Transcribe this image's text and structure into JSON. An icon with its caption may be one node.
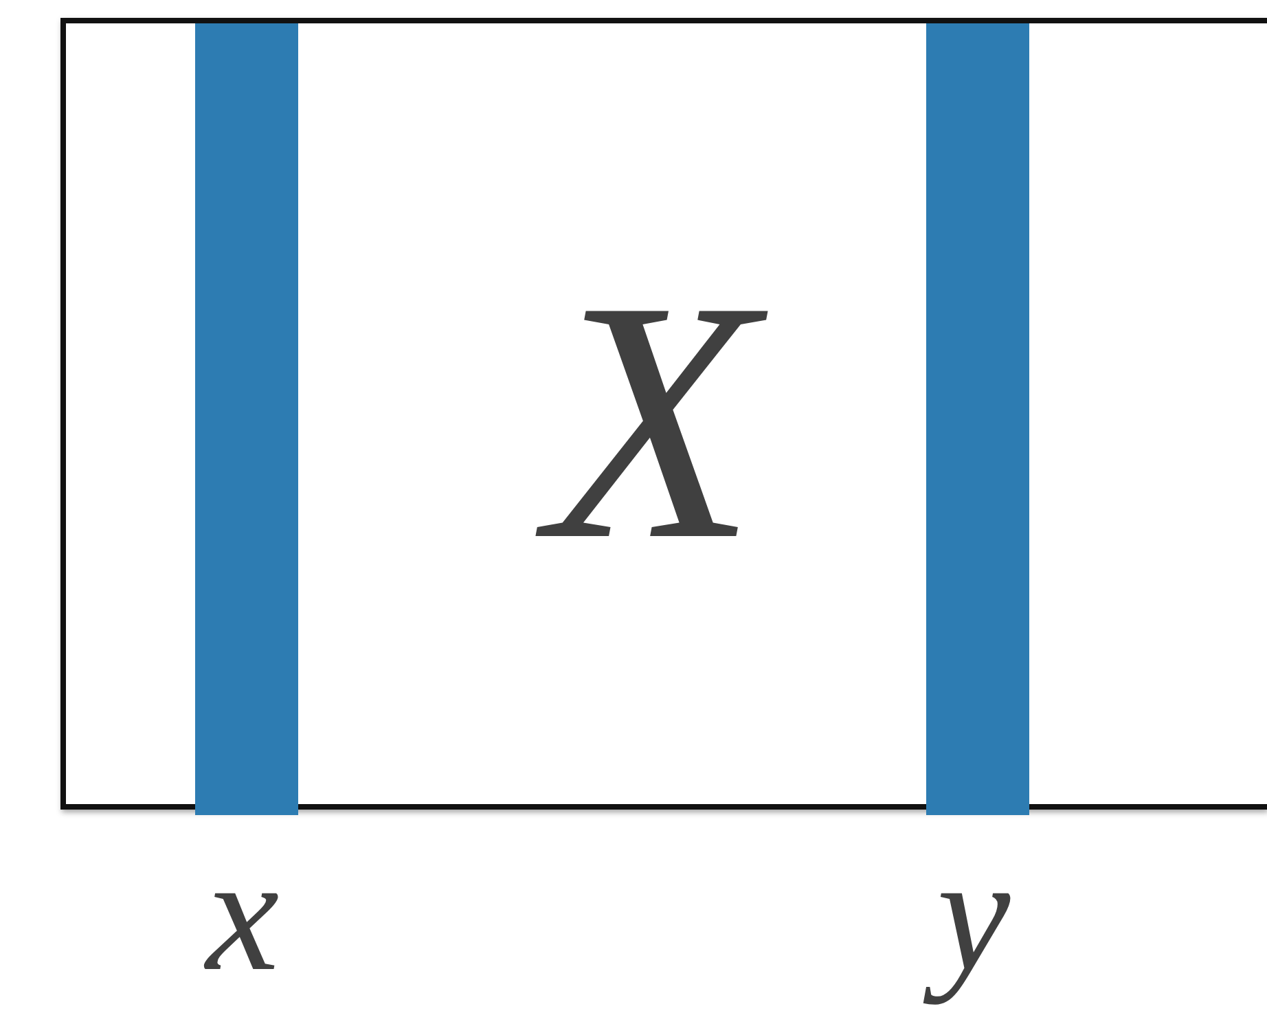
{
  "diagram": {
    "nodes": [
      {
        "text": [
          "X"
        ]
      },
      {
        "text": [],
        "shape": "bar",
        "in": 0,
        "beside": [
          "x"
        ]
      },
      {
        "text": [],
        "shape": "bar",
        "in": 0,
        "beside": [
          "y"
        ]
      }
    ],
    "edges": []
  }
}
